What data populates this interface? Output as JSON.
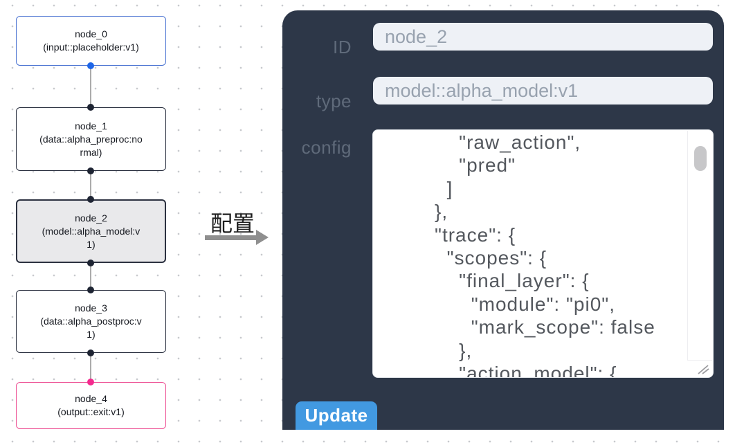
{
  "canvas": {
    "nodes": [
      {
        "name": "node_0",
        "type_label": "(input::placeholder:v1)",
        "kind": "input"
      },
      {
        "name": "node_1",
        "type_label": "(data::alpha_preproc:normal)",
        "kind": "data"
      },
      {
        "name": "node_2",
        "type_label": "(model::alpha_model:v1)",
        "kind": "model",
        "selected": true
      },
      {
        "name": "node_3",
        "type_label": "(data::alpha_postproc:v1)",
        "kind": "data"
      },
      {
        "name": "node_4",
        "type_label": "(output::exit:v1)",
        "kind": "output"
      }
    ]
  },
  "transfer": {
    "label": "配置"
  },
  "panel": {
    "fields": {
      "id": {
        "label": "ID",
        "value": "node_2"
      },
      "type": {
        "label": "type",
        "value": "model::alpha_model:v1"
      },
      "config": {
        "label": "config",
        "value": "             \"raw_action\",\n             \"pred\"\n           ]\n         },\n         \"trace\": {\n           \"scopes\": {\n             \"final_layer\": {\n               \"module\": \"pi0\",\n               \"mark_scope\": false\n             },\n             \"action_model\": {"
      }
    },
    "update_button": "Update"
  },
  "colors": {
    "panel_bg": "#2d3748",
    "accent_blue": "#4299e1",
    "input_node_border": "#4a73d2",
    "output_node_border": "#ed4d92",
    "selected_node_bg": "#e9e9eb",
    "port_blue": "#1e66e8",
    "port_dark": "#1e2433",
    "port_pink": "#f42a8e"
  }
}
